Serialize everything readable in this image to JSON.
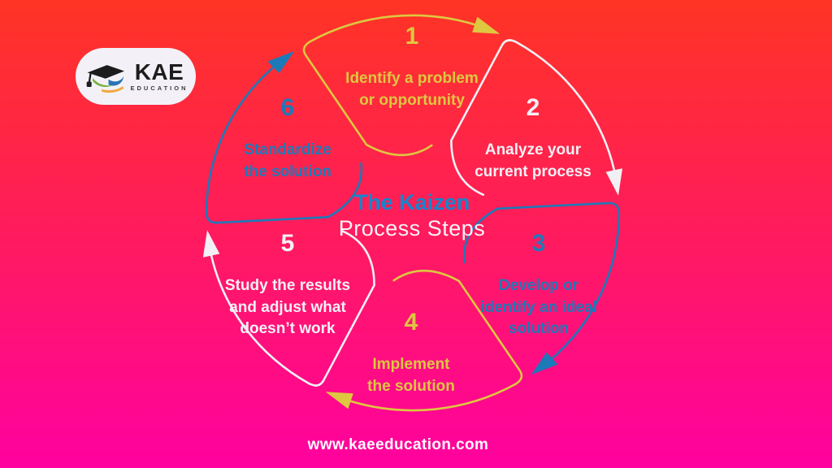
{
  "title": "The Kaizen Process Steps",
  "background": {
    "gradient_top": "#ff3424",
    "gradient_mid": "#ff1a60",
    "gradient_bottom": "#ff01a0"
  },
  "palette": {
    "yellow": "#ddc840",
    "white": "#f3f0f5",
    "blue": "#1e79b8"
  },
  "logo": {
    "brand": "KAE",
    "subtitle": "EDUCATION",
    "icon": "graduation-cap-icon",
    "cap_colors": {
      "board": "#1c1c1c",
      "ribbon_green": "#76b043",
      "ribbon_blue": "#2b74b4",
      "ribbon_orange": "#f2a83c"
    }
  },
  "center": {
    "line1": "The Kaizen",
    "line2": "Process Steps",
    "line1_color": "#1486cc",
    "line2_color": "#f6f3f7"
  },
  "steps": [
    {
      "number": "1",
      "label": "Identify a problem\nor opportunity",
      "color": "yellow"
    },
    {
      "number": "2",
      "label": "Analyze your\ncurrent process",
      "color": "white"
    },
    {
      "number": "3",
      "label": "Develop or\nidentify an ideal\nsolution",
      "color": "blue"
    },
    {
      "number": "4",
      "label": "Implement\nthe solution",
      "color": "yellow"
    },
    {
      "number": "5",
      "label": "Study the results\nand adjust what\ndoesn’t work",
      "color": "white"
    },
    {
      "number": "6",
      "label": "Standardize\nthe solution",
      "color": "blue"
    }
  ],
  "footer": {
    "url": "www.kaeeducation.com"
  }
}
